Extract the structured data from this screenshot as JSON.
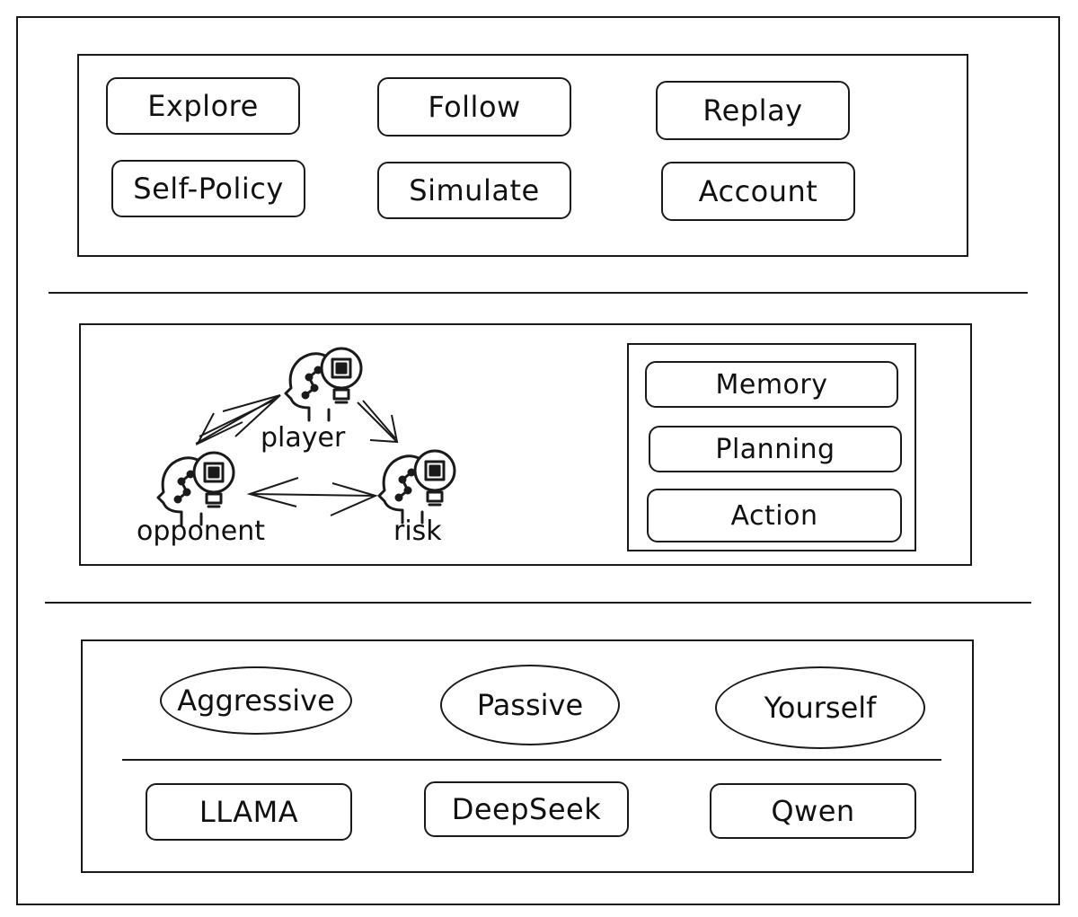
{
  "actions": {
    "row1": [
      "Explore",
      "Follow",
      "Replay"
    ],
    "row2": [
      "Self-Policy",
      "Simulate",
      "Account"
    ]
  },
  "agents": {
    "player": "player",
    "opponent": "opponent",
    "risk": "risk",
    "icon": "head-lightbulb-chip-icon"
  },
  "modules": [
    "Memory",
    "Planning",
    "Action"
  ],
  "styles": [
    "Aggressive",
    "Passive",
    "Yourself"
  ],
  "models": [
    "LLAMA",
    "DeepSeek",
    "Qwen"
  ]
}
